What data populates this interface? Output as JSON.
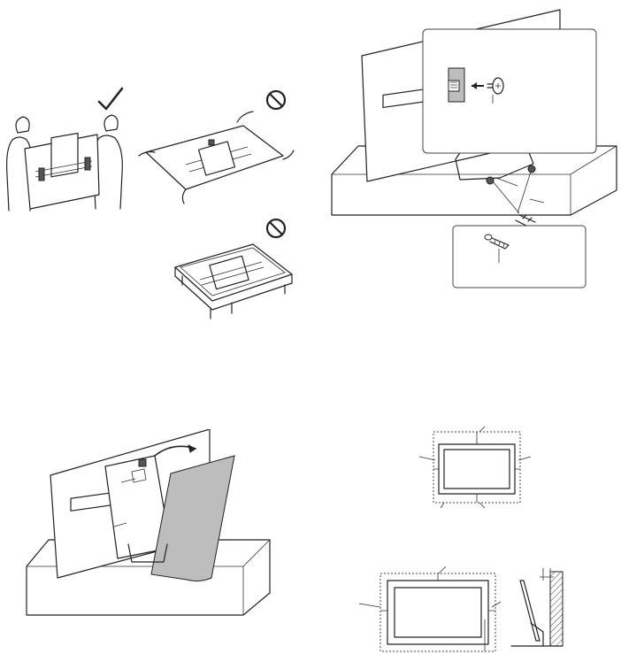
{
  "figures": [
    {
      "id": "carry-tv",
      "marks": [
        "correct-checkmark",
        "prohibited-lay-flat",
        "prohibited-on-table"
      ]
    },
    {
      "id": "wall-fastening",
      "callouts": [
        "bracket-screw-detail",
        "wood-screw-detail"
      ]
    },
    {
      "id": "remove-back-cover"
    },
    {
      "id": "installation-clearance",
      "views": [
        "stand-front-view",
        "wall-mount-front-view",
        "wall-mount-side-view"
      ]
    }
  ],
  "colors": {
    "line": "#222222",
    "cover-fill": "#bdbdbd",
    "screw-dark": "#555555",
    "background": "#ffffff"
  },
  "icons": [
    "checkmark-icon",
    "prohibition-icon",
    "screw-icon",
    "arrow-icon"
  ]
}
